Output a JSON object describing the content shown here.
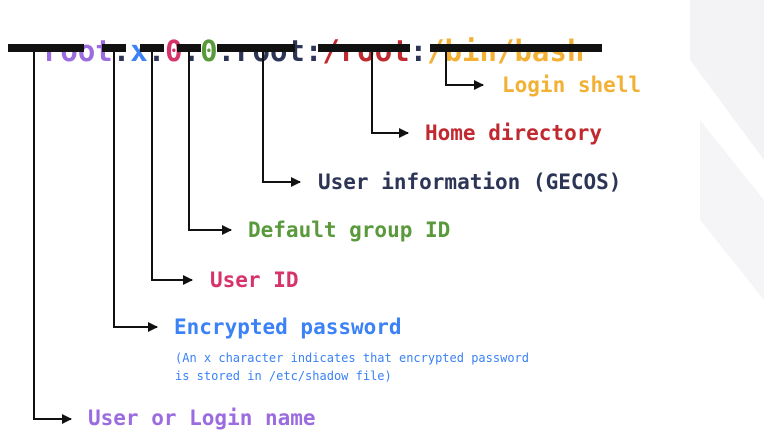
{
  "entry": {
    "segments": [
      {
        "key": "user",
        "text": "root",
        "color": "#9b6ce0"
      },
      {
        "key": "sep1",
        "text": ":",
        "color": "#2d3557"
      },
      {
        "key": "password",
        "text": "x",
        "color": "#3b82f6"
      },
      {
        "key": "sep2",
        "text": ":",
        "color": "#2d3557"
      },
      {
        "key": "uid",
        "text": "0",
        "color": "#d6336c"
      },
      {
        "key": "sep3",
        "text": ":",
        "color": "#2d3557"
      },
      {
        "key": "gid",
        "text": "0",
        "color": "#5a9a3c"
      },
      {
        "key": "sep4",
        "text": ":",
        "color": "#2d3557"
      },
      {
        "key": "gecos",
        "text": "root",
        "color": "#2d3557"
      },
      {
        "key": "sep5",
        "text": ":",
        "color": "#2d3557"
      },
      {
        "key": "home",
        "text": "/root",
        "color": "#c0292f"
      },
      {
        "key": "sep6",
        "text": ":",
        "color": "#2d3557"
      },
      {
        "key": "shell",
        "text": "/bin/bash",
        "color": "#f2b134"
      }
    ]
  },
  "fields": {
    "shell": {
      "label": "Login shell",
      "color": "#f2b134"
    },
    "home": {
      "label": "Home directory",
      "color": "#c0292f"
    },
    "gecos": {
      "label": "User information (GECOS)",
      "color": "#2d3557"
    },
    "gid": {
      "label": "Default group ID",
      "color": "#5a9a3c"
    },
    "uid": {
      "label": "User ID",
      "color": "#d6336c"
    },
    "password": {
      "label": "Encrypted password",
      "color": "#3b82f6",
      "note": "(An x character indicates that encrypted password\nis stored in /etc/shadow file)"
    },
    "user": {
      "label": "User or Login name",
      "color": "#9b6ce0"
    }
  },
  "colors": {
    "ink": "#111111",
    "decoration": "#f1f1f4"
  }
}
